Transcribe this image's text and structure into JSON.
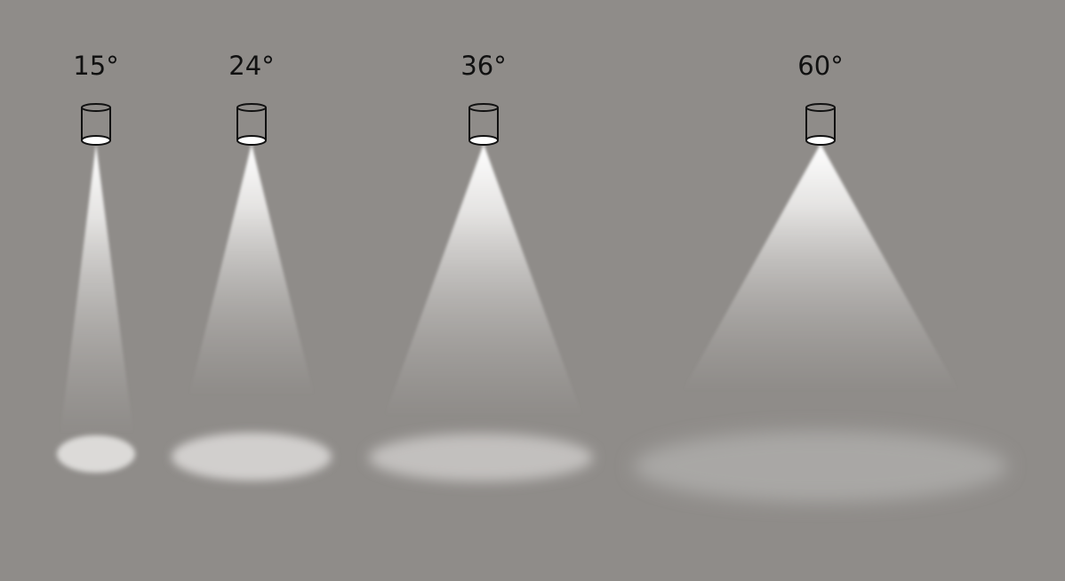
{
  "colors": {
    "background": "#8f8c89",
    "light": "#ffffff",
    "fixture_stroke": "#111111",
    "label": "#111111"
  },
  "fixtures": [
    {
      "label": "15°",
      "beam_angle_deg": 15
    },
    {
      "label": "24°",
      "beam_angle_deg": 24
    },
    {
      "label": "36°",
      "beam_angle_deg": 36
    },
    {
      "label": "60°",
      "beam_angle_deg": 60
    }
  ]
}
